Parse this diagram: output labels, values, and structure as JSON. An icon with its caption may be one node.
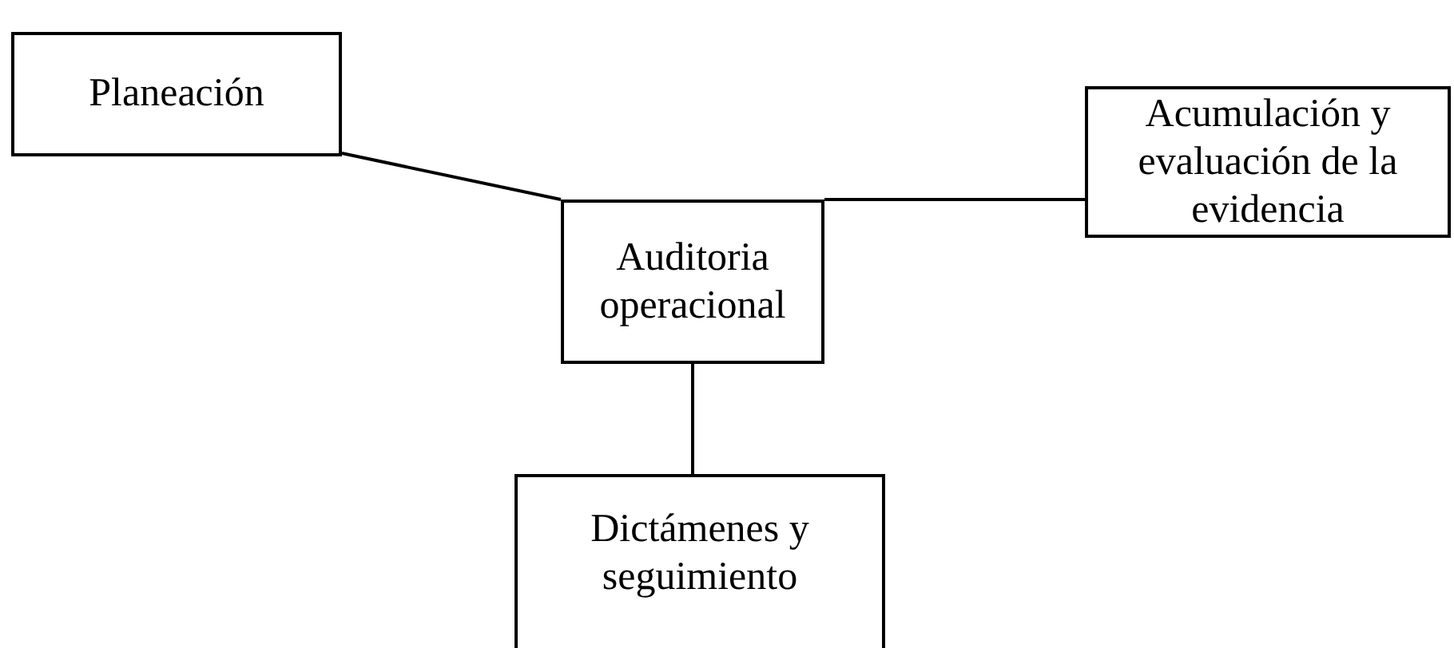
{
  "diagram": {
    "nodes": [
      {
        "text": [
          "Planeación"
        ]
      },
      {
        "text": [
          "Acumulación y evaluación de la evidencia"
        ]
      },
      {
        "text": [
          "Auditoria operacional"
        ]
      },
      {
        "text": [
          "Dictámenes y seguimiento"
        ]
      }
    ],
    "edges": [
      {
        "from": 0,
        "to": 2,
        "arrow": "none"
      },
      {
        "from": 2,
        "to": 1,
        "arrow": "none"
      },
      {
        "from": 2,
        "to": 3,
        "arrow": "none"
      }
    ]
  }
}
